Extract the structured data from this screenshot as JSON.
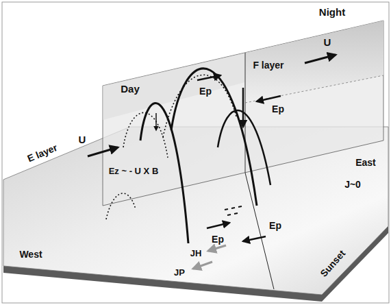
{
  "diagram": {
    "labels": [
      "Night",
      "Day",
      "F layer",
      "U",
      "East",
      "Ep",
      "Ep",
      "Ez ~ - U X B",
      "U",
      "E layer",
      "J~0",
      "JH",
      "JP",
      "West",
      "Ep",
      "Ep",
      "Sunset"
    ]
  }
}
